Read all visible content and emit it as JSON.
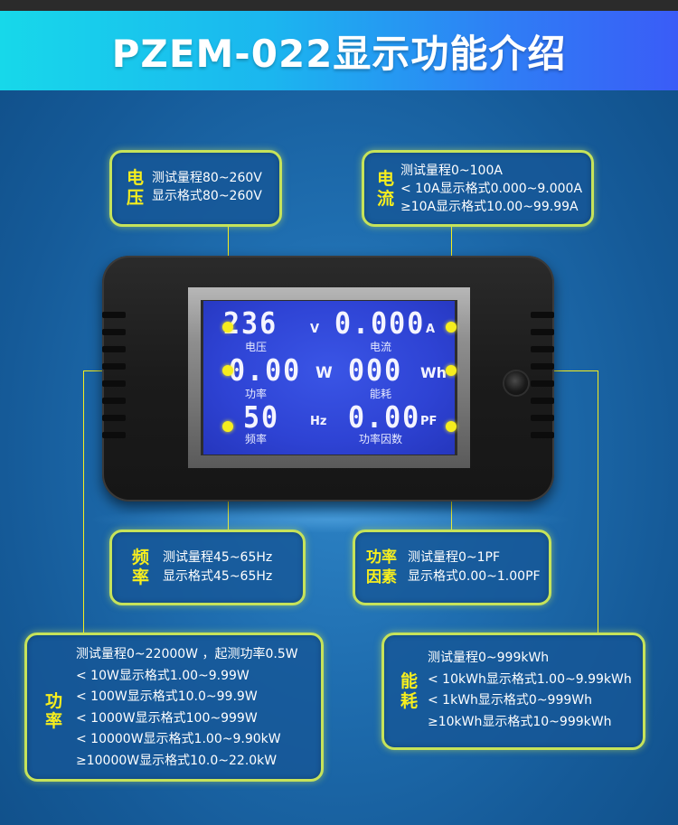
{
  "title": "PZEM-022显示功能介绍",
  "voltage": {
    "tag_top": "电",
    "tag_bottom": "压",
    "lines": [
      "测试量程80~260V",
      "显示格式80~260V"
    ]
  },
  "current": {
    "tag_top": "电",
    "tag_bottom": "流",
    "lines": [
      "测试量程0~100A",
      "< 10A显示格式0.000~9.000A",
      "≥10A显示格式10.00~99.99A"
    ]
  },
  "frequency": {
    "tag_top": "频",
    "tag_bottom": "率",
    "lines": [
      "测试量程45~65Hz",
      "显示格式45~65Hz"
    ]
  },
  "power_factor": {
    "tag_top": "功率",
    "tag_bottom": "因素",
    "lines": [
      "测试量程0~1PF",
      "显示格式0.00~1.00PF"
    ]
  },
  "power": {
    "tag_top": "功",
    "tag_bottom": "率",
    "lines": [
      "测试量程0~22000W ，起测功率0.5W",
      "< 10W显示格式1.00~9.99W",
      "< 100W显示格式10.0~99.9W",
      "< 1000W显示格式100~999W",
      "< 10000W显示格式1.00~9.90kW",
      "≥10000W显示格式10.0~22.0kW"
    ]
  },
  "energy": {
    "tag_top": "能",
    "tag_bottom": "耗",
    "lines": [
      "测试量程0~999kWh",
      "< 10kWh显示格式1.00~9.99kWh",
      "< 1kWh显示格式0~999Wh",
      "≥10kWh显示格式10~999kWh"
    ]
  },
  "lcd": {
    "voltage_value": "236",
    "voltage_unit": "V",
    "voltage_label": "电压",
    "current_value": "0.000",
    "current_unit": "A",
    "current_label": "电流",
    "power_value": "0.00",
    "power_unit": "W",
    "power_label": "功率",
    "energy_value": "000",
    "energy_unit": "Wh",
    "energy_label": "能耗",
    "frequency_value": "50",
    "frequency_unit": "Hz",
    "frequency_label": "频率",
    "pf_value": "0.00",
    "pf_unit": "PF",
    "pf_label": "功率因数"
  },
  "colors": {
    "accent_yellow": "#f6ee1e",
    "box_border": "#c6e35a",
    "lcd_blue": "#2e43d4"
  }
}
